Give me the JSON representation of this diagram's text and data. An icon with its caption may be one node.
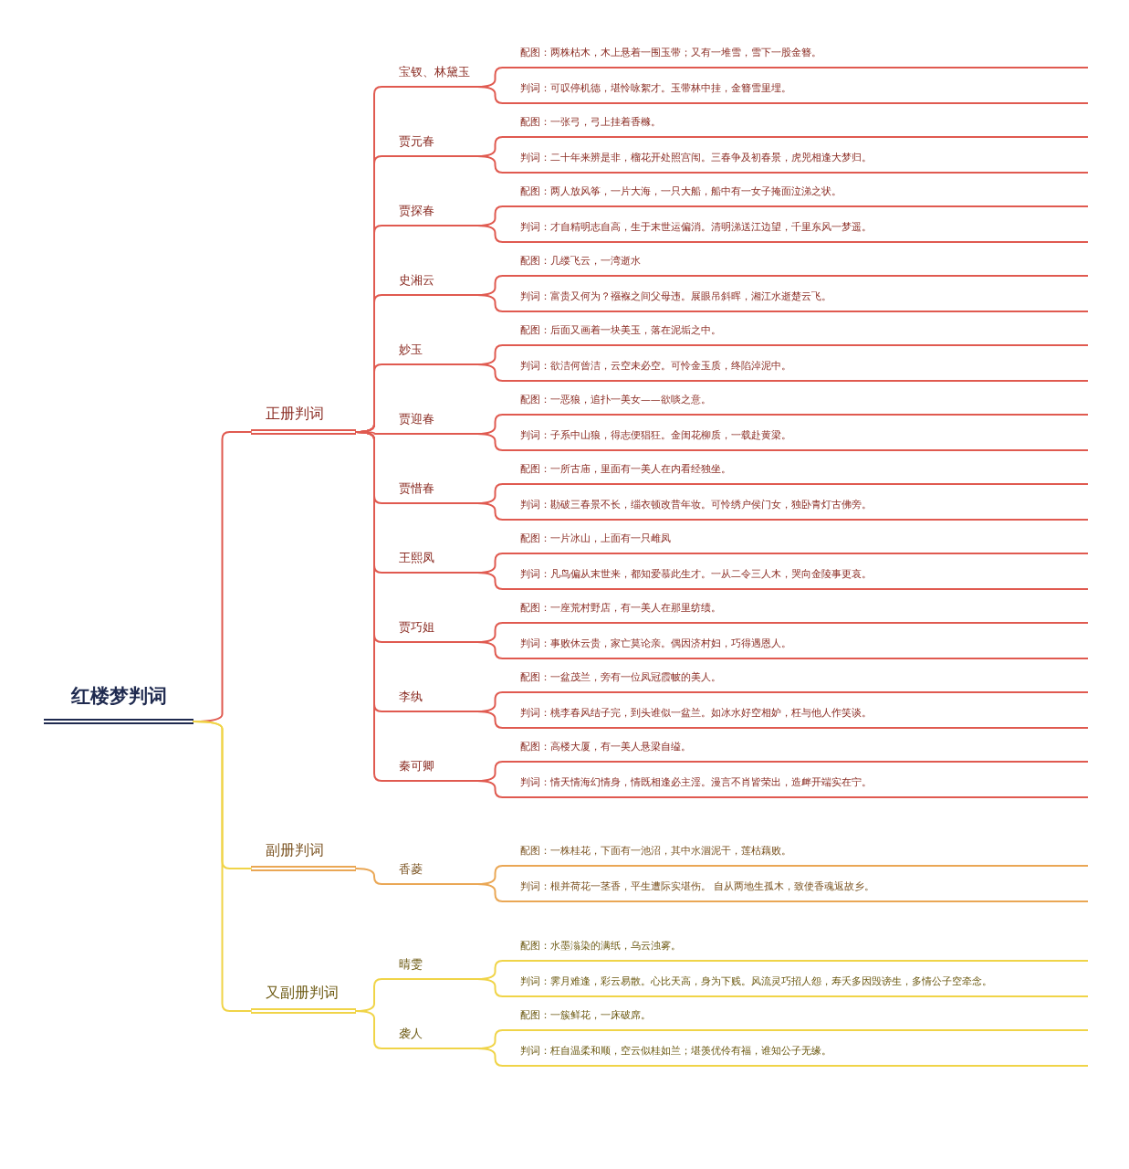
{
  "diagram": {
    "nodes": [
      {
        "text": [
          "红楼梦判词"
        ]
      },
      {
        "text": [
          "正册判词"
        ]
      },
      {
        "text": [
          "宝钗、林黛玉"
        ]
      },
      {
        "text": [
          "配图：两株枯木，木上悬着一围玉带；又有一堆雪，雪下一股金簪。"
        ]
      },
      {
        "text": [
          "判词：可叹停机德，堪怜咏絮才。玉带林中挂，金簪雪里埋。"
        ]
      },
      {
        "text": [
          "贾元春"
        ]
      },
      {
        "text": [
          "配图：一张弓，弓上挂着香橼。"
        ]
      },
      {
        "text": [
          "判词：二十年来辨是非，榴花开处照宫闱。三春争及初春景，虎兕相逢大梦归。"
        ]
      },
      {
        "text": [
          "贾探春"
        ]
      },
      {
        "text": [
          "配图：两人放风筝，一片大海，一只大船，船中有一女子掩面泣涕之状。"
        ]
      },
      {
        "text": [
          "判词：才自精明志自高，生于末世运偏消。清明涕送江边望，千里东风一梦遥。"
        ]
      },
      {
        "text": [
          "史湘云"
        ]
      },
      {
        "text": [
          "配图：几缕飞云，一湾逝水"
        ]
      },
      {
        "text": [
          "判词：富贵又何为？襁褓之间父母违。展眼吊斜晖，湘江水逝楚云飞。"
        ]
      },
      {
        "text": [
          "妙玉"
        ]
      },
      {
        "text": [
          "配图：后面又画着一块美玉，落在泥垢之中。"
        ]
      },
      {
        "text": [
          "判词：欲洁何曾洁，云空未必空。可怜金玉质，终陷淖泥中。"
        ]
      },
      {
        "text": [
          "贾迎春"
        ]
      },
      {
        "text": [
          "配图：一恶狼，追扑一美女——欲啖之意。"
        ]
      },
      {
        "text": [
          "判词：子系中山狼，得志便猖狂。金闺花柳质，一载赴黄梁。"
        ]
      },
      {
        "text": [
          "贾惜春"
        ]
      },
      {
        "text": [
          "配图：一所古庙，里面有一美人在内看经独坐。"
        ]
      },
      {
        "text": [
          "判词：勘破三春景不长，缁衣顿改昔年妆。可怜绣户侯门女，独卧青灯古佛旁。"
        ]
      },
      {
        "text": [
          "王熙凤"
        ]
      },
      {
        "text": [
          "配图：一片冰山，上面有一只雌凤"
        ]
      },
      {
        "text": [
          "判词：凡鸟偏从末世来，都知爱慕此生才。一从二令三人木，哭向金陵事更哀。"
        ]
      },
      {
        "text": [
          "贾巧姐"
        ]
      },
      {
        "text": [
          "配图：一座荒村野店，有一美人在那里纺绩。"
        ]
      },
      {
        "text": [
          "判词：事败休云贵，家亡莫论亲。偶因济村妇，巧得遇恩人。"
        ]
      },
      {
        "text": [
          "李纨"
        ]
      },
      {
        "text": [
          "配图：一盆茂兰，旁有一位凤冠霞帔的美人。"
        ]
      },
      {
        "text": [
          "判词：桃李春风结子完，到头谁似一盆兰。如冰水好空相妒，枉与他人作笑谈。"
        ]
      },
      {
        "text": [
          "秦可卿"
        ]
      },
      {
        "text": [
          "配图：高楼大厦，有一美人悬梁自缢。"
        ]
      },
      {
        "text": [
          "判词：情天情海幻情身，情既相逢必主淫。漫言不肖皆荣出，造衅开端实在宁。"
        ]
      },
      {
        "text": [
          "副册判词"
        ]
      },
      {
        "text": [
          "香菱"
        ]
      },
      {
        "text": [
          "配图：一株桂花，下面有一池沼，其中水涸泥干，莲枯藕败。"
        ]
      },
      {
        "text": [
          "判词：根并荷花一茎香，平生遭际实堪伤。 自从两地生孤木，致使香魂返故乡。"
        ]
      },
      {
        "text": [
          "又副册判词"
        ]
      },
      {
        "text": [
          "晴雯"
        ]
      },
      {
        "text": [
          "配图：水墨滃染的满纸，乌云浊雾。"
        ]
      },
      {
        "text": [
          "判词：霁月难逢，彩云易散。心比天高，身为下贱。风流灵巧招人怨，寿夭多因毁谤生，多情公子空牵念。"
        ]
      },
      {
        "text": [
          "袭人"
        ]
      },
      {
        "text": [
          "配图：一簇鲜花，一床破席。"
        ]
      },
      {
        "text": [
          "判词：枉自温柔和顺，空云似桂如兰；堪羡优伶有福，谁知公子无缘。"
        ]
      }
    ],
    "edges": [
      {
        "from": 0,
        "to": 1,
        "arrow": "none"
      },
      {
        "from": 0,
        "to": 35,
        "arrow": "none",
        "color": "#f0d448"
      },
      {
        "from": 0,
        "to": 39,
        "arrow": "none",
        "color": "#f0d448"
      },
      {
        "from": 1,
        "to": 2,
        "arrow": "none"
      },
      {
        "from": 1,
        "to": 5,
        "arrow": "none"
      },
      {
        "from": 1,
        "to": 8,
        "arrow": "none"
      },
      {
        "from": 1,
        "to": 11,
        "arrow": "none"
      },
      {
        "from": 1,
        "to": 14,
        "arrow": "none"
      },
      {
        "from": 1,
        "to": 17,
        "arrow": "none"
      },
      {
        "from": 1,
        "to": 20,
        "arrow": "none"
      },
      {
        "from": 1,
        "to": 23,
        "arrow": "none"
      },
      {
        "from": 1,
        "to": 26,
        "arrow": "none"
      },
      {
        "from": 1,
        "to": 29,
        "arrow": "none"
      },
      {
        "from": 1,
        "to": 32,
        "arrow": "none"
      },
      {
        "from": 2,
        "to": 3,
        "arrow": "none"
      },
      {
        "from": 2,
        "to": 4,
        "arrow": "none"
      },
      {
        "from": 5,
        "to": 6,
        "arrow": "none"
      },
      {
        "from": 5,
        "to": 7,
        "arrow": "none"
      },
      {
        "from": 8,
        "to": 9,
        "arrow": "none"
      },
      {
        "from": 8,
        "to": 10,
        "arrow": "none"
      },
      {
        "from": 11,
        "to": 12,
        "arrow": "none"
      },
      {
        "from": 11,
        "to": 13,
        "arrow": "none"
      },
      {
        "from": 14,
        "to": 15,
        "arrow": "none"
      },
      {
        "from": 14,
        "to": 16,
        "arrow": "none"
      },
      {
        "from": 17,
        "to": 18,
        "arrow": "none"
      },
      {
        "from": 17,
        "to": 19,
        "arrow": "none"
      },
      {
        "from": 20,
        "to": 21,
        "arrow": "none"
      },
      {
        "from": 20,
        "to": 22,
        "arrow": "none"
      },
      {
        "from": 23,
        "to": 24,
        "arrow": "none"
      },
      {
        "from": 23,
        "to": 25,
        "arrow": "none"
      },
      {
        "from": 26,
        "to": 27,
        "arrow": "none"
      },
      {
        "from": 26,
        "to": 28,
        "arrow": "none"
      },
      {
        "from": 29,
        "to": 30,
        "arrow": "none"
      },
      {
        "from": 29,
        "to": 31,
        "arrow": "none"
      },
      {
        "from": 32,
        "to": 33,
        "arrow": "none"
      },
      {
        "from": 32,
        "to": 34,
        "arrow": "none"
      },
      {
        "from": 35,
        "to": 36,
        "arrow": "none",
        "color": "#eaa755"
      },
      {
        "from": 36,
        "to": 37,
        "arrow": "none",
        "color": "#eaa755"
      },
      {
        "from": 36,
        "to": 38,
        "arrow": "none",
        "color": "#eaa755"
      },
      {
        "from": 39,
        "to": 40,
        "arrow": "none",
        "color": "#f0d448"
      },
      {
        "from": 39,
        "to": 43,
        "arrow": "none",
        "color": "#f0d448"
      },
      {
        "from": 40,
        "to": 41,
        "arrow": "none",
        "color": "#f0d448"
      },
      {
        "from": 40,
        "to": 42,
        "arrow": "none",
        "color": "#f0d448"
      },
      {
        "from": 43,
        "to": 44,
        "arrow": "none",
        "color": "#f0d448"
      },
      {
        "from": 43,
        "to": 45,
        "arrow": "none",
        "color": "#f0d448"
      }
    ]
  }
}
